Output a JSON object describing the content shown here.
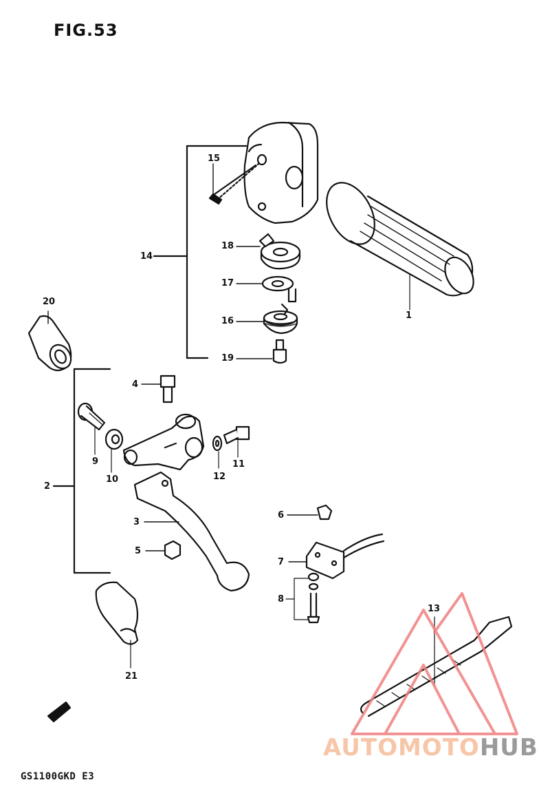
{
  "figure": {
    "title": "FIG.53",
    "model_code": "GS1100GKD E3"
  },
  "callouts": [
    {
      "id": "1",
      "label": "1"
    },
    {
      "id": "2",
      "label": "2"
    },
    {
      "id": "3",
      "label": "3"
    },
    {
      "id": "4",
      "label": "4"
    },
    {
      "id": "5",
      "label": "5"
    },
    {
      "id": "6",
      "label": "6"
    },
    {
      "id": "7",
      "label": "7"
    },
    {
      "id": "8",
      "label": "8"
    },
    {
      "id": "9",
      "label": "9"
    },
    {
      "id": "10",
      "label": "10"
    },
    {
      "id": "11",
      "label": "11"
    },
    {
      "id": "12",
      "label": "12"
    },
    {
      "id": "13",
      "label": "13"
    },
    {
      "id": "14",
      "label": "14"
    },
    {
      "id": "15",
      "label": "15"
    },
    {
      "id": "16",
      "label": "16"
    },
    {
      "id": "17",
      "label": "17"
    },
    {
      "id": "18",
      "label": "18"
    },
    {
      "id": "19",
      "label": "19"
    },
    {
      "id": "20",
      "label": "20"
    },
    {
      "id": "21",
      "label": "21"
    }
  ],
  "watermark": {
    "part_a": "AUTOMOTO",
    "part_b": "HUB",
    "color_a": "#f7c6a8",
    "color_b": "#9a9a9a",
    "triangle_color": "#f08080"
  }
}
